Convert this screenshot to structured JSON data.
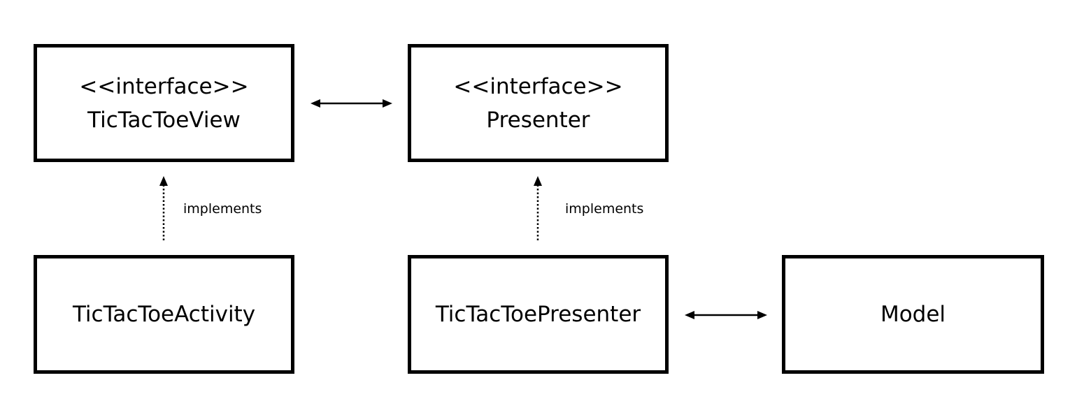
{
  "boxes": {
    "view": {
      "stereotype": "<<interface>>",
      "name": "TicTacToeView"
    },
    "presenter": {
      "stereotype": "<<interface>>",
      "name": "Presenter"
    },
    "activity": {
      "name": "TicTacToeActivity"
    },
    "tic_tac_toe_presenter": {
      "name": "TicTacToePresenter"
    },
    "model": {
      "name": "Model"
    }
  },
  "edges": {
    "activity_to_view": "implements",
    "tttp_to_presenter": "implements"
  }
}
